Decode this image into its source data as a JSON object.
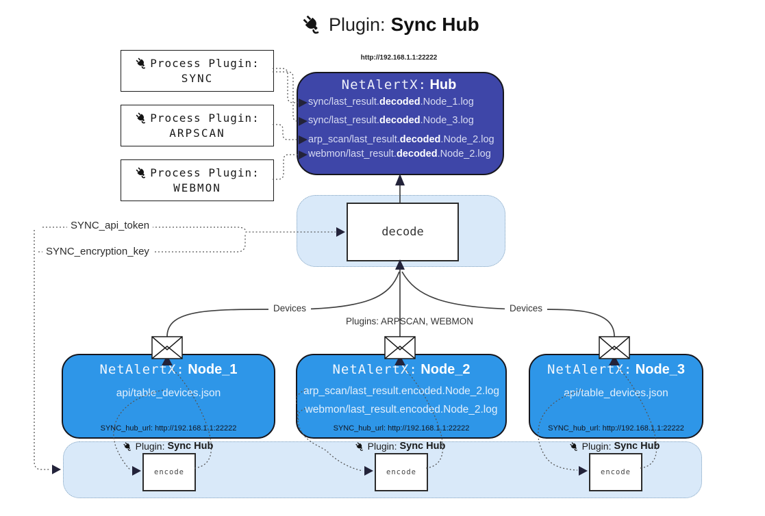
{
  "title": {
    "prefix": "Plugin:",
    "name": "Sync Hub"
  },
  "hub": {
    "url": "http://192.168.1.1:22222",
    "title_prefix": "NetAlertX:",
    "title_name": "Hub",
    "files": [
      {
        "pre": "sync/last_result.",
        "bold": "decoded",
        "post": ".Node_1.log"
      },
      {
        "pre": "sync/last_result.",
        "bold": "decoded",
        "post": ".Node_3.log"
      },
      {
        "pre": "arp_scan/last_result.",
        "bold": "decoded",
        "post": ".Node_2.log"
      },
      {
        "pre": "webmon/last_result.",
        "bold": "decoded",
        "post": ".Node_2.log"
      }
    ]
  },
  "process_plugins": [
    {
      "label": "Process Plugin:",
      "name": "SYNC"
    },
    {
      "label": "Process Plugin:",
      "name": "ARPSCAN"
    },
    {
      "label": "Process Plugin:",
      "name": "WEBMON"
    }
  ],
  "decode": {
    "label": "decode"
  },
  "settings": {
    "api_token": "SYNC_api_token",
    "encryption_key": "SYNC_encryption_key"
  },
  "edges": {
    "devices_left": "Devices",
    "devices_right": "Devices",
    "plugins": "Plugins: ARPSCAN, WEBMON"
  },
  "nodes": [
    {
      "title_prefix": "NetAlertX:",
      "title_name": "Node_1",
      "files": [
        "api/table_devices.json"
      ],
      "hub_url": "SYNC_hub_url: http://192.168.1.1:22222"
    },
    {
      "title_prefix": "NetAlertX:",
      "title_name": "Node_2",
      "files": [
        "arp_scan/last_result.encoded.Node_2.log",
        "webmon/last_result.encoded.Node_2.log"
      ],
      "hub_url": "SYNC_hub_url: http://192.168.1.1:22222"
    },
    {
      "title_prefix": "NetAlertX:",
      "title_name": "Node_3",
      "files": [
        "api/table_devices.json"
      ],
      "hub_url": "SYNC_hub_url: http://192.168.1.1:22222"
    }
  ],
  "encode_band": {
    "plugin_prefix": "Plugin:",
    "plugin_name": "Sync Hub",
    "encode_label": "encode"
  },
  "colors": {
    "hub_fill": "#3e46a8",
    "node_fill": "#2e96e8",
    "band_fill": "#d9e9f9",
    "band_border": "#7fa0bd",
    "line": "#3f3f3f"
  }
}
